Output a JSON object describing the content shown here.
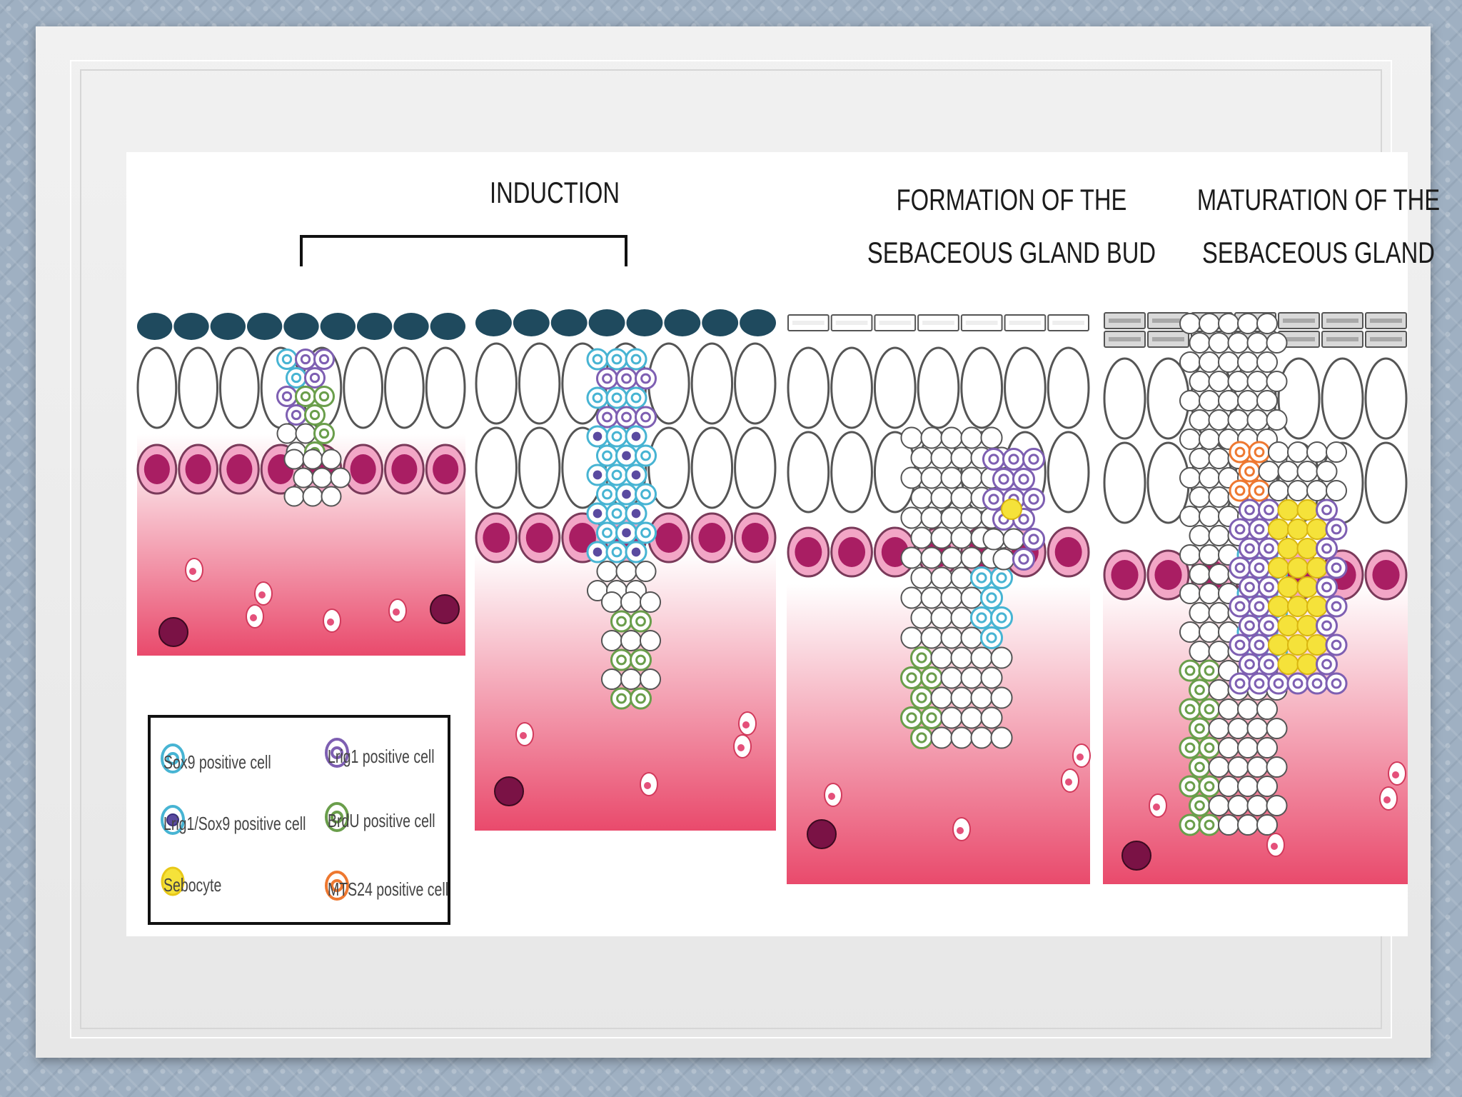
{
  "titles": {
    "induction": "INDUCTION",
    "bud": "FORMATION OF THE\nSEBACEOUS GLAND BUD",
    "maturation": "MATURATION OF THE\nSEBACEOUS GLAND"
  },
  "legend": [
    {
      "label": "Sox9 positive cell",
      "color": "#47b4d3",
      "inner": "#47b4d3"
    },
    {
      "label": "Lrig1 positive cell",
      "color": "#7e5fb2",
      "inner": "#7e5fb2"
    },
    {
      "label": "Lrig1/Sox9 positive cell",
      "color": "#47b4d3",
      "inner": "#5a4aa0"
    },
    {
      "label": "BrdU positive cell",
      "color": "#6a9e4b",
      "inner": "#6a9e4b"
    },
    {
      "label": "Sebocyte",
      "color": "#e8c818",
      "inner": "#f5e23a"
    },
    {
      "label": "MTS24 positive cell",
      "color": "#ee7830",
      "inner": "#ee7830"
    }
  ],
  "colors": {
    "dermis_top": "#ffffff",
    "dermis_bottom": "#e94a6c",
    "periderm_dark": "#1f4a5e",
    "basal_pink": "#e26a9a",
    "basal_nucleus": "#a91e63",
    "melanocyte": "#7a1245"
  }
}
